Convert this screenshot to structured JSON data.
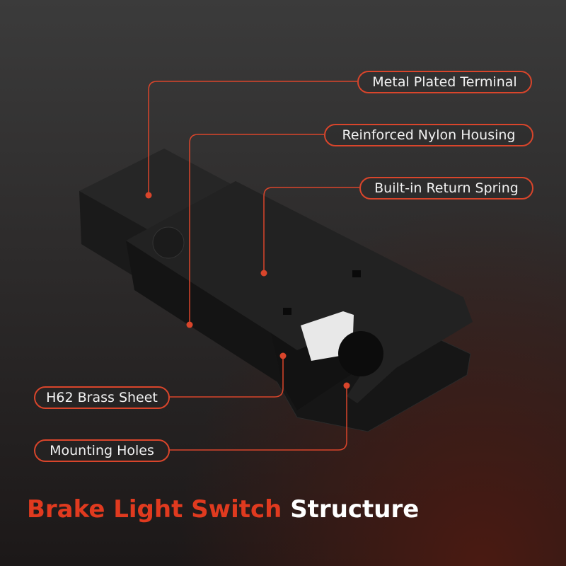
{
  "labels": [
    {
      "text": "Metal Plated Terminal"
    },
    {
      "text": "Reinforced Nylon Housing"
    },
    {
      "text": "Built-in Return Spring"
    },
    {
      "text": "H62 Brass Sheet"
    },
    {
      "text": "Mounting Holes"
    }
  ],
  "title": {
    "highlight": "Brake Light Switch",
    "rest": "Structure"
  },
  "colors": {
    "accent": "#d9452b",
    "title_red": "#e03a1f"
  }
}
